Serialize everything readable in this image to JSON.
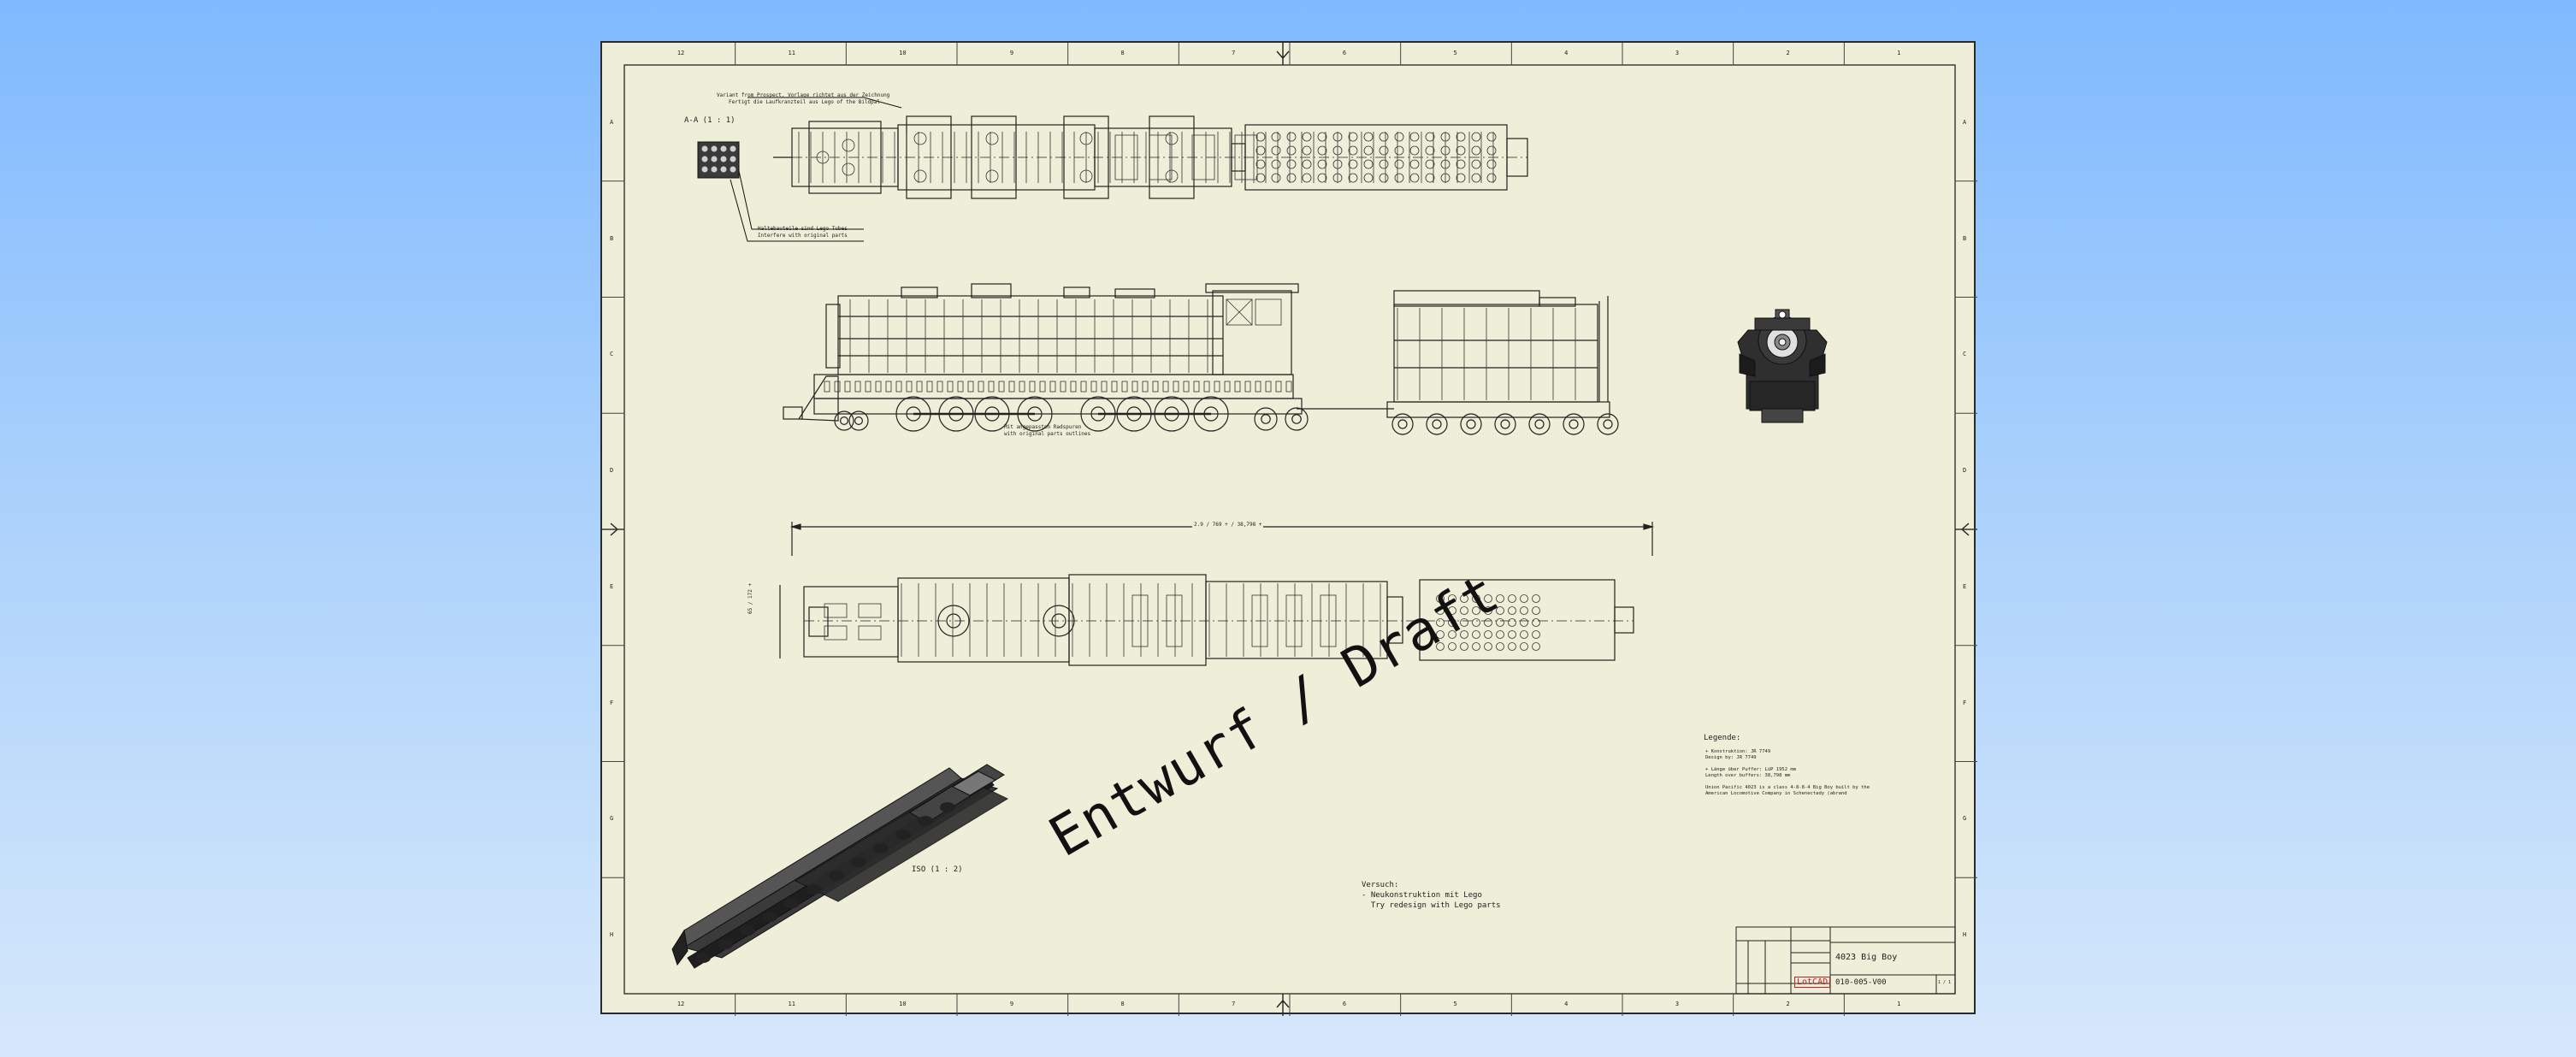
{
  "drawing": {
    "draft_watermark": "Entwurf / Draft",
    "view_labels": {
      "section": "A-A (1 : 1)",
      "iso": "ISO (1 : 2)"
    },
    "callouts": {
      "top_note_1": "Variant from Prospect, Vorlage richtet aus der Zeichnung",
      "top_note_2": "Fertigt die Laufkranzteil aus Lego of the Bildpal",
      "mid_note_1": "Haltebauteile sind Lego Tubes",
      "mid_note_2": "Interfere with original parts",
      "side_note_1": "Mit angepassten Radspuren",
      "side_note_2": "with original parts outlines"
    },
    "dimensions": {
      "length": "2.9 / 769 + / 38,798 +",
      "width": "65 / 172 +"
    },
    "legend": {
      "title": "Legende:",
      "lines": [
        "+ Konstruktion: JR 7749",
        "  Design by: JR 7749",
        "+ Länge über Puffer: LüP 1952 mm",
        "  Length over buffers: 38,798 mm",
        "Union Pacific 4023 is a class 4-8-8-4 Big Boy built by the",
        "American Locomotive Company in Schenectady (abrand"
      ]
    },
    "note": {
      "title": "Versuch:",
      "line1": "- Neukonstruktion mit Lego",
      "line2": "  Try redesign with Lego parts"
    },
    "title_block": {
      "name": "4023 Big Boy",
      "logo": "LotCAD",
      "number": "010-005-V00",
      "sheet": "1 / 1"
    },
    "border_numbers": [
      "12",
      "11",
      "10",
      "9",
      "8",
      "7",
      "6",
      "5",
      "4",
      "3",
      "2",
      "1"
    ],
    "border_letters": [
      "A",
      "B",
      "C",
      "D",
      "E",
      "F",
      "G",
      "H"
    ]
  }
}
